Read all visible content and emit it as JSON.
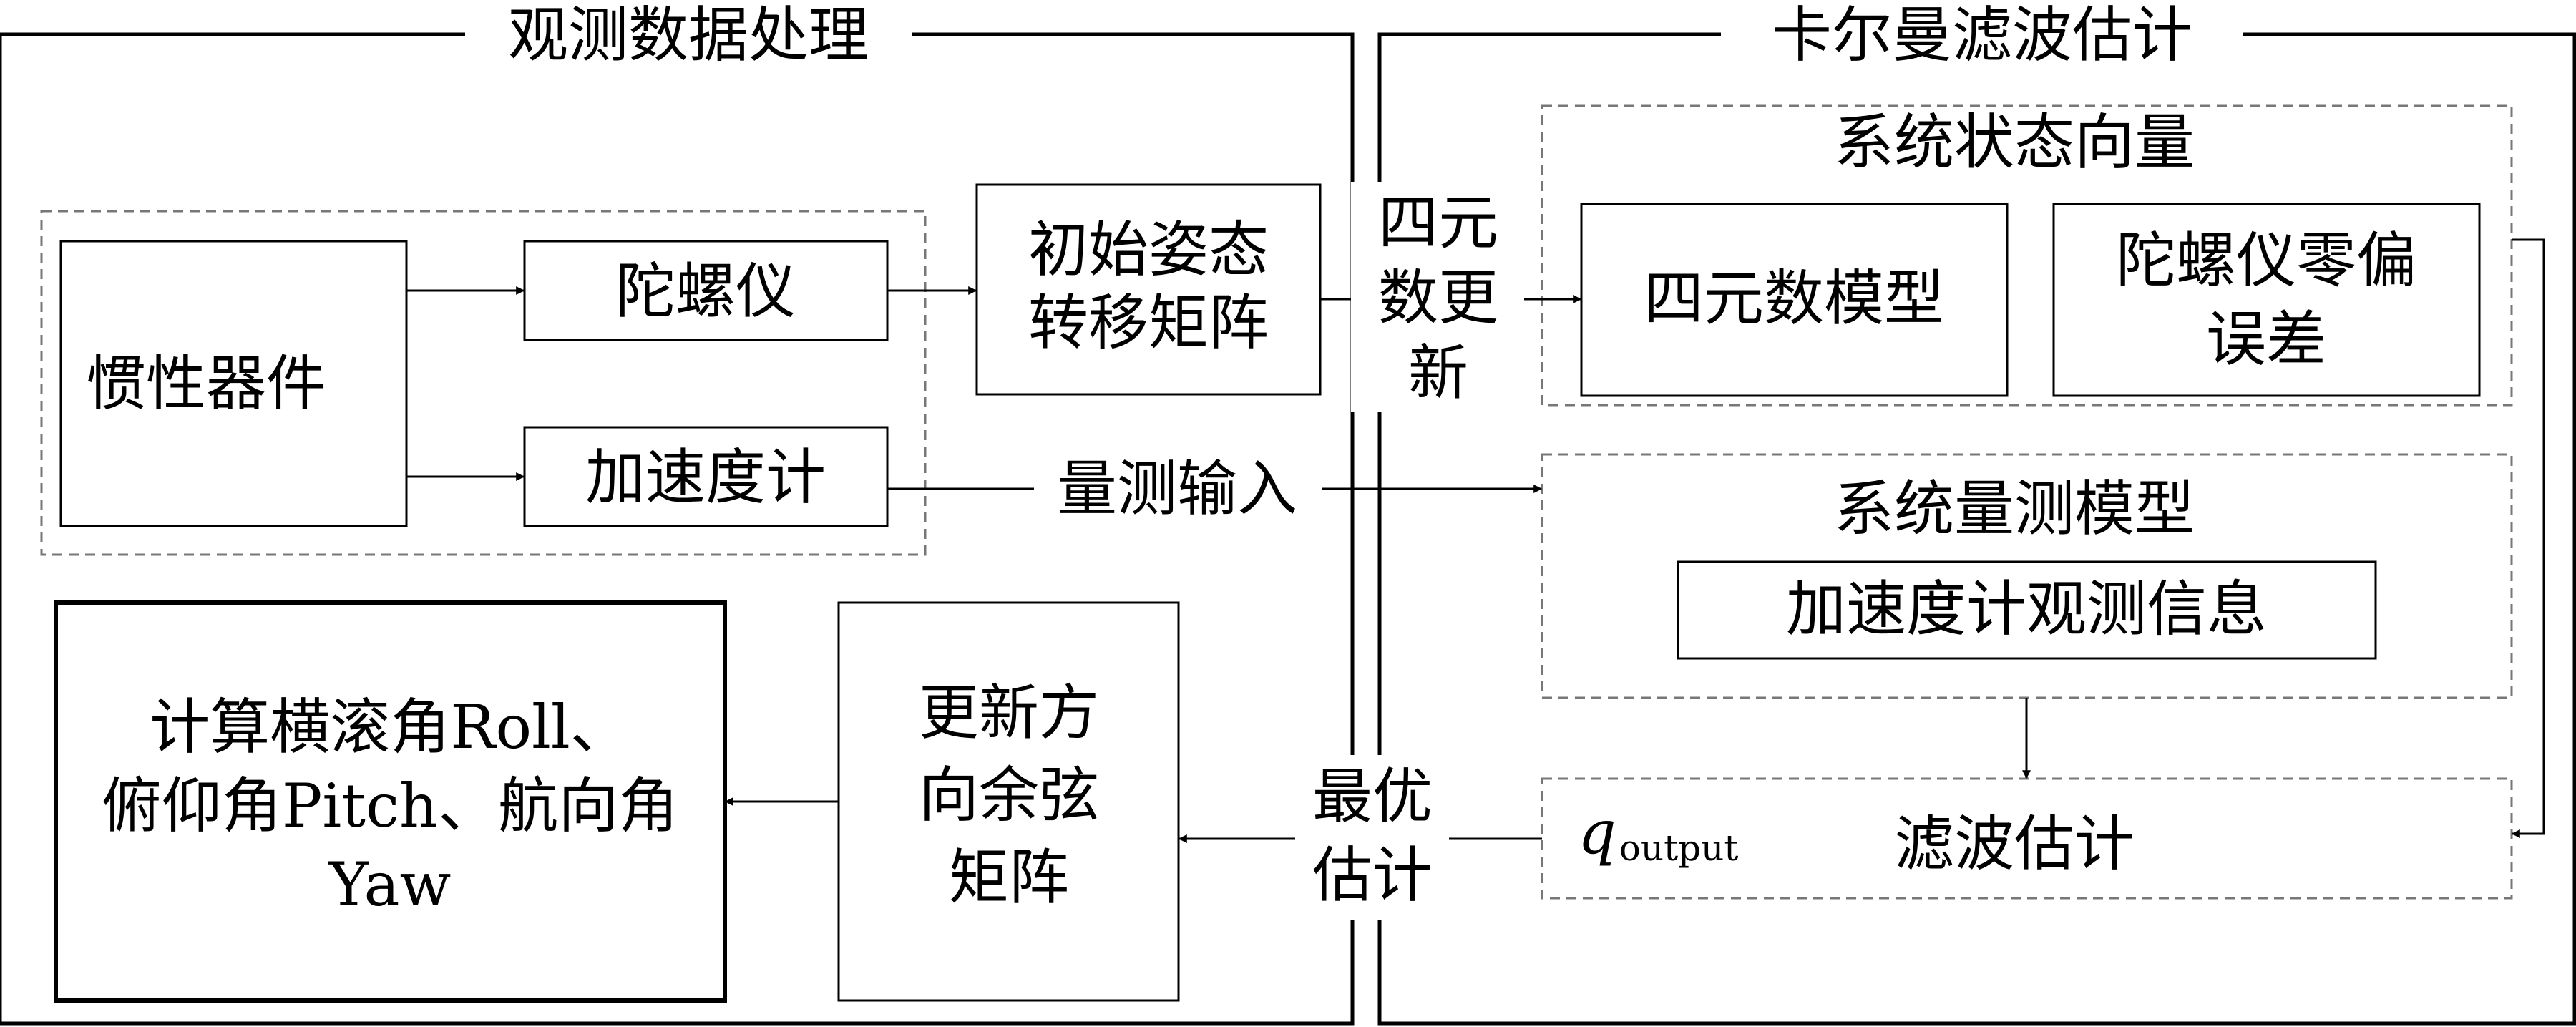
{
  "sections": {
    "left_title": "观测数据处理",
    "right_title": "卡尔曼滤波估计"
  },
  "left": {
    "inertial": "惯性器件",
    "gyro": "陀螺仪",
    "accel": "加速度计",
    "init_matrix": [
      "初始姿态",
      "转移矩阵"
    ],
    "dcm_update": [
      "更新方",
      "向余弦",
      "矩阵"
    ],
    "angles": [
      "计算横滚角Roll、",
      "俯仰角Pitch、航向角",
      "Yaw"
    ]
  },
  "right": {
    "state_group": "系统状态向量",
    "quat_model": "四元数模型",
    "gyro_bias": [
      "陀螺仪零偏",
      "误差"
    ],
    "meas_group": "系统量测模型",
    "accel_info": "加速度计观测信息",
    "filter": "滤波估计",
    "q_symbol": "q",
    "q_sub": "output"
  },
  "edges": {
    "quat_update": [
      "四元",
      "数更",
      "新"
    ],
    "meas_input": "量测输入",
    "optimal": [
      "最优",
      "估计"
    ]
  }
}
